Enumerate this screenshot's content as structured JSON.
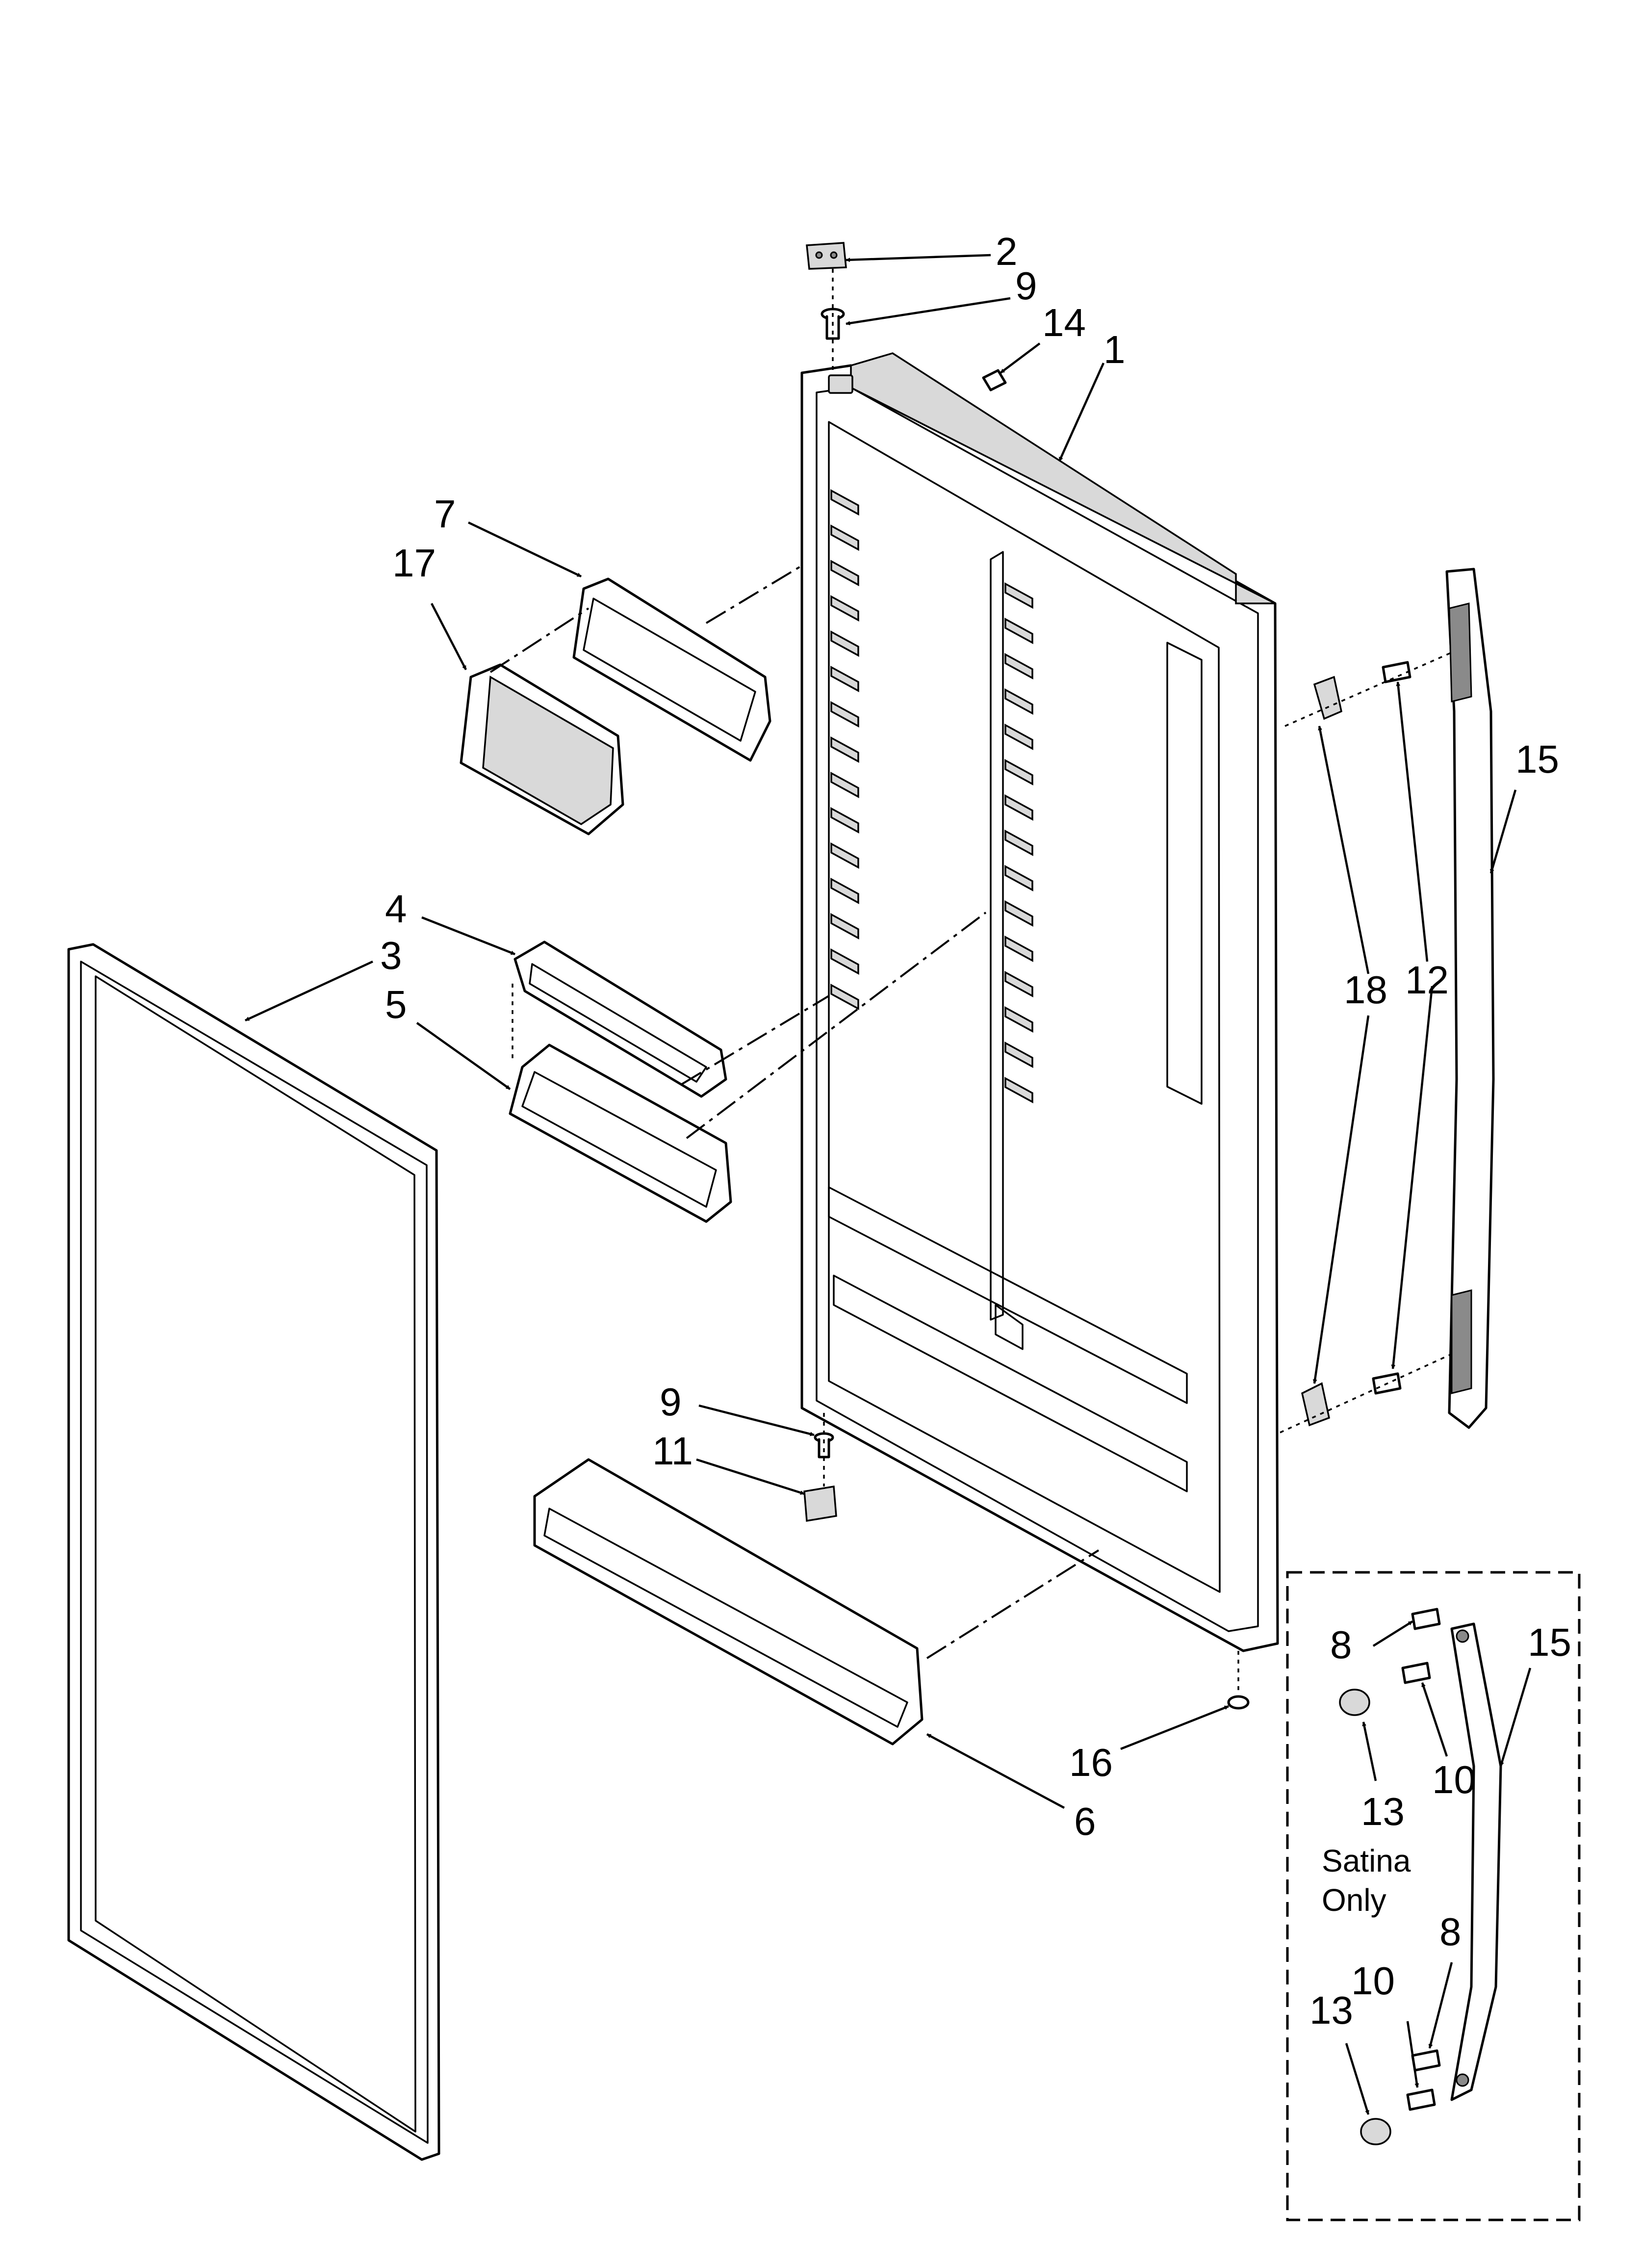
{
  "diagram": {
    "callouts": {
      "c1": "1",
      "c2": "2",
      "c3": "3",
      "c4": "4",
      "c5": "5",
      "c6": "6",
      "c7": "7",
      "c8a": "8",
      "c8b": "8",
      "c9a": "9",
      "c9b": "9",
      "c10a": "10",
      "c10b": "10",
      "c11": "11",
      "c12": "12",
      "c13a": "13",
      "c13b": "13",
      "c14": "14",
      "c15a": "15",
      "c15b": "15",
      "c16": "16",
      "c17": "17",
      "c18": "18"
    },
    "inset_note": {
      "line1": "Satina",
      "line2": "Only"
    }
  }
}
